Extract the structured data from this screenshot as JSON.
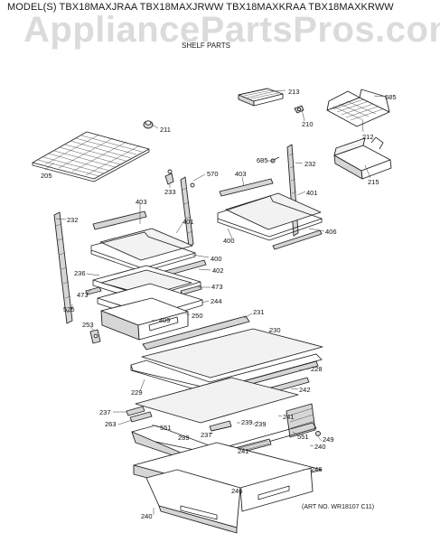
{
  "header": {
    "model_line": "MODEL(S) TBX18MAXJRAA  TBX18MAXJRWW  TBX18MAXKRAA  TBX18MAXKRWW",
    "watermark": "AppliancePartsPros.com",
    "subtitle": "SHELF PARTS"
  },
  "footer": {
    "art_number": "(ART NO. WR18107 C11)"
  },
  "part_labels": {
    "p213": "213",
    "p685a": "685",
    "p210": "210",
    "p212": "212",
    "p211": "211",
    "p205": "205",
    "p570": "570",
    "p685b": "685",
    "p232a": "232",
    "p215": "215",
    "p233": "233",
    "p403a": "403",
    "p403b": "403",
    "p401a": "401",
    "p401b": "401",
    "p232b": "232",
    "p400a": "400",
    "p406": "406",
    "p400b": "400",
    "p402": "402",
    "p236": "236",
    "p473a": "473",
    "p473b": "473",
    "p244": "244",
    "p525": "525",
    "p250": "250",
    "p409": "409",
    "p253": "253",
    "p231": "231",
    "p230": "230",
    "p228": "228",
    "p229": "229",
    "p242": "242",
    "p237a": "237",
    "p263": "263",
    "p551a": "551",
    "p239a": "239",
    "p239b": "239",
    "p241a": "241",
    "p249": "249",
    "p551b": "551",
    "p239c": "239",
    "p237b": "237",
    "p241b": "241",
    "p240a": "240",
    "p246a": "246",
    "p246b": "246",
    "p240b": "240"
  }
}
